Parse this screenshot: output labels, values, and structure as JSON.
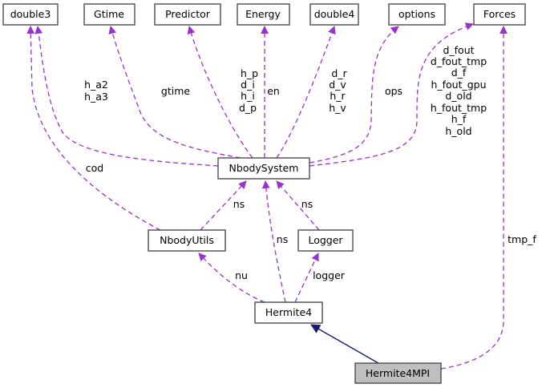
{
  "colors": {
    "usage_edge": "#9a32cd",
    "inheritance_edge": "#191970",
    "focus_fill": "#bfbfbf"
  },
  "nodes": {
    "double3": "double3",
    "gtime": "Gtime",
    "predictor": "Predictor",
    "energy": "Energy",
    "double4": "double4",
    "options": "options",
    "forces": "Forces",
    "nbodysystem": "NbodySystem",
    "nbodyutils": "NbodyUtils",
    "logger": "Logger",
    "hermite4": "Hermite4",
    "hermite4mpi": "Hermite4MPI"
  },
  "edge_labels": {
    "double3_h": [
      "h_a2",
      "h_a3"
    ],
    "cod": "cod",
    "gtime": "gtime",
    "predictor": [
      "h_p",
      "d_i",
      "h_i",
      "d_p"
    ],
    "en": "en",
    "double4": [
      "d_r",
      "d_v",
      "h_r",
      "h_v"
    ],
    "ops": "ops",
    "forces": [
      "d_fout",
      "d_fout_tmp",
      "d_f",
      "h_fout_gpu",
      "d_old",
      "h_fout_tmp",
      "h_f",
      "h_old"
    ],
    "tmp_f": "tmp_f",
    "utils_ns": "ns",
    "hermite_ns": "ns",
    "logger_ns": "ns",
    "nu": "nu",
    "logger": "logger"
  }
}
